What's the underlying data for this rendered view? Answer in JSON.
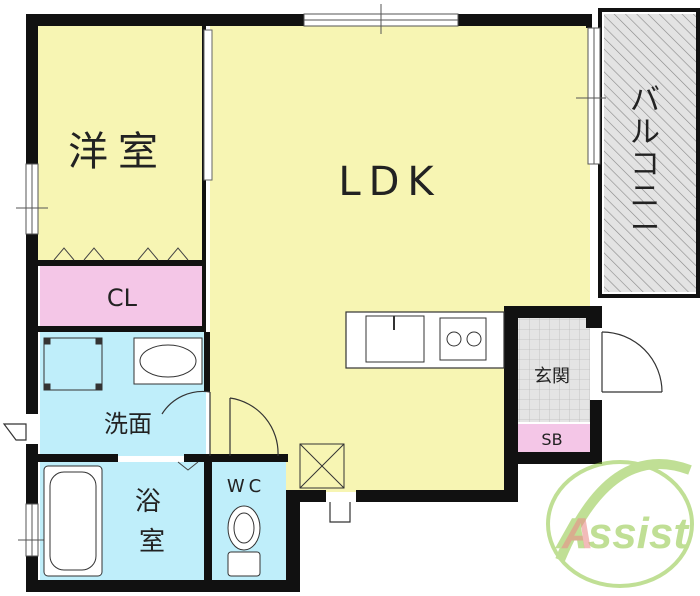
{
  "rooms": {
    "western_room": "洋室",
    "ldk": "LDK",
    "closet": "CL",
    "washroom": "洗面",
    "bathroom": "浴室",
    "wc": "WC",
    "entrance": "玄関",
    "shoe_box": "SB",
    "balcony": "バルコニー"
  },
  "logo": {
    "text": "Assist"
  },
  "colors": {
    "room_fill": "#f7f5b3",
    "closet_fill": "#f4c6e7",
    "wet_fill": "#bfeefa",
    "entrance_fill": "#dddddd",
    "balcony_fill": "#d6d6d6",
    "wall": "#111111",
    "logo_green": "#8ec63f",
    "logo_red": "#d9322b"
  }
}
